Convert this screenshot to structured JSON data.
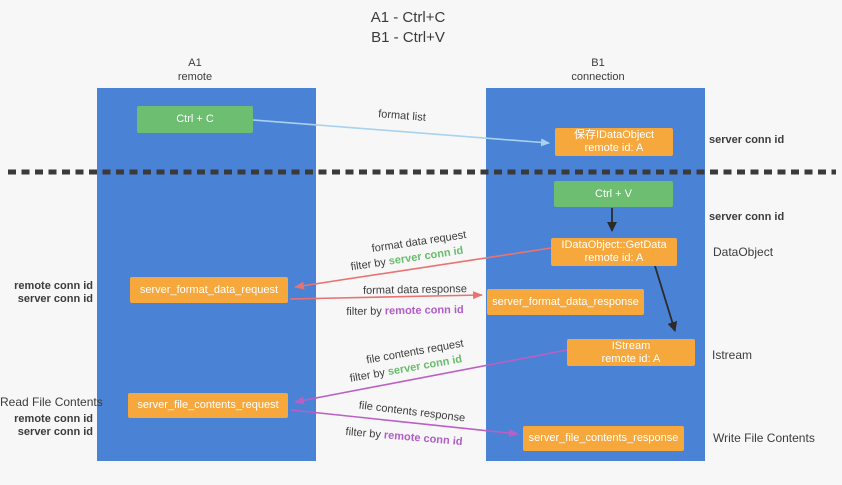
{
  "title": {
    "line1": "A1 - Ctrl+C",
    "line2": "B1 - Ctrl+V"
  },
  "columns": {
    "left": {
      "name": "A1",
      "subtitle": "remote"
    },
    "right": {
      "name": "B1",
      "subtitle": "connection"
    }
  },
  "nodes": {
    "ctrl_c": {
      "label": "Ctrl + C"
    },
    "ctrl_v": {
      "label": "Ctrl + V"
    },
    "save_dataobject": {
      "line1": "保存IDataObject",
      "line2": "remote id: A"
    },
    "getdata": {
      "line1": "IDataObject::GetData",
      "line2": "remote id: A"
    },
    "istream": {
      "line1": "IStream",
      "line2": "remote id: A"
    },
    "server_format_data_request": {
      "label": "server_format_data_request"
    },
    "server_format_data_response": {
      "label": "server_format_data_response"
    },
    "server_file_contents_request": {
      "label": "server_file_contents_request"
    },
    "server_file_contents_response": {
      "label": "server_file_contents_response"
    }
  },
  "arrow_labels": {
    "format_list": "format list",
    "format_data_request": "format data request",
    "format_data_response": "format data response",
    "file_contents_request": "file contents request",
    "file_contents_response": "file contents response",
    "filter_by": "filter by"
  },
  "conn_ids": {
    "server": "server conn id",
    "remote": "remote conn id"
  },
  "side_labels": {
    "dataobject": "DataObject",
    "istream": "Istream",
    "read_file_contents": "Read File Contents",
    "write_file_contents": "Write File Contents"
  },
  "colors": {
    "background": "#f7f7f7",
    "column_blue": "#4a82d6",
    "box_green": "#6dbe71",
    "box_orange": "#f6a83d",
    "arrow_red": "#e97373",
    "arrow_magenta": "#bb5fc4",
    "arrow_lightblue": "#a8d2f0",
    "arrow_black": "#2b2b2b",
    "dashed_line": "#3a3a3a",
    "text_green": "#67bd6b",
    "text_purple": "#b05cc9"
  }
}
